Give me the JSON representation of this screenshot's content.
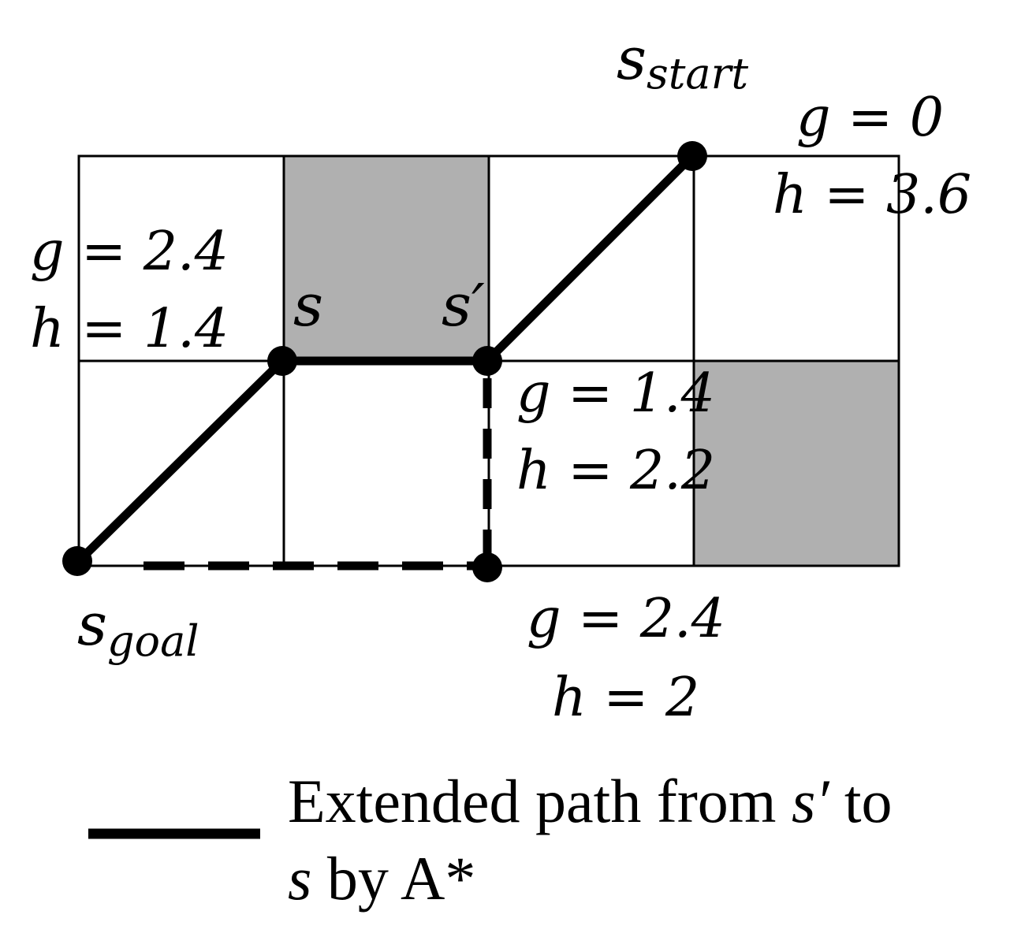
{
  "diagram": {
    "grid": {
      "columns": 4,
      "rows": 2,
      "shaded_cells": [
        [
          1,
          0
        ],
        [
          3,
          1
        ]
      ]
    },
    "colors": {
      "line": "#000000",
      "shade": "#b0b0b0",
      "background": "#ffffff"
    },
    "nodes": [
      {
        "id": "s_start",
        "label": "s",
        "subscript": "start",
        "g_label": "g = 0",
        "h_label": "h = 3.6"
      },
      {
        "id": "s_prime",
        "label": "s′",
        "g_label": "g = 1.4",
        "h_label": "h = 2.2"
      },
      {
        "id": "s",
        "label": "s",
        "g_label": "g = 2.4",
        "h_label": "h = 1.4"
      },
      {
        "id": "s_goal",
        "label": "s",
        "subscript": "goal"
      },
      {
        "id": "corner",
        "g_label": "g = 2.4",
        "h_label": "h = 2"
      }
    ],
    "paths": {
      "solid": [
        "s_goal",
        "s",
        "s_prime",
        "s_start"
      ],
      "dashed": [
        "s_goal",
        "corner",
        "s_prime"
      ]
    }
  },
  "legend": {
    "line_1_before": "Extended path from ",
    "line_1_symbol": "s′",
    "line_1_after": " to",
    "line_2_symbol": "s",
    "line_2_after": " by A*"
  }
}
